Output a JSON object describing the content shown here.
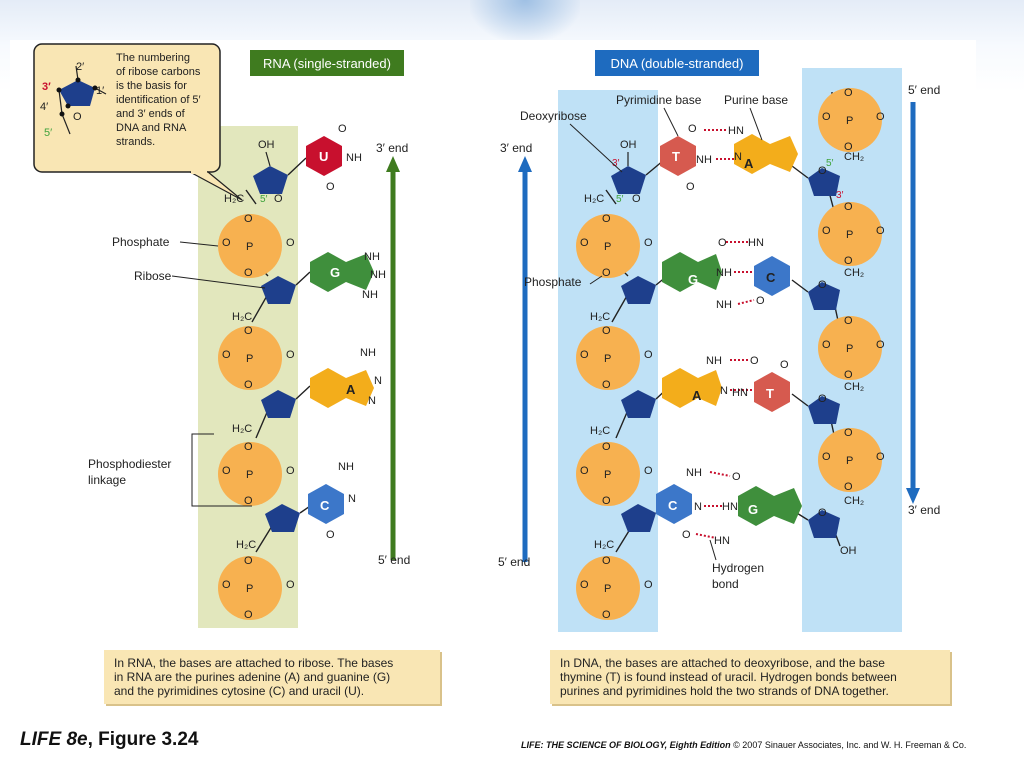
{
  "rna_panel": {
    "title": "RNA (single-stranded)",
    "labels": {
      "phosphate": "Phosphate",
      "ribose": "Ribose",
      "phosphodiester_1": "Phosphodiester",
      "phosphodiester_2": "linkage"
    },
    "end_top": "3′ end",
    "end_bottom": "5′ end",
    "bases": [
      "U",
      "G",
      "A",
      "C"
    ],
    "caption_lines": [
      "In RNA, the bases are attached to ribose. The bases",
      "in RNA are the purines adenine (A) and guanine (G)",
      "and the pyrimidines cytosine (C) and uracil (U)."
    ]
  },
  "inset": {
    "lines": [
      "The numbering",
      "of ribose carbons",
      "is the basis for",
      "identification of 5′",
      "and 3′ ends of",
      "DNA and RNA",
      "strands."
    ],
    "carbon_labels": [
      "2′",
      "1′",
      "3′",
      "4′",
      "5′",
      "O"
    ]
  },
  "dna_panel": {
    "title": "DNA (double-stranded)",
    "labels": {
      "deoxyribose": "Deoxyribose",
      "pyrimidine_base": "Pyrimidine base",
      "purine_base": "Purine base",
      "phosphate": "Phosphate",
      "hydrogen_1": "Hydrogen",
      "hydrogen_2": "bond"
    },
    "left_end_top": "3′ end",
    "left_end_bottom": "5′ end",
    "right_end_top": "5′ end",
    "right_end_bottom": "3′ end",
    "left_bases": [
      "T",
      "G",
      "A",
      "C"
    ],
    "right_bases": [
      "A",
      "C",
      "T",
      "G"
    ],
    "caption_lines": [
      "In DNA, the bases are attached to deoxyribose, and the base",
      "thymine (T) is found instead of uracil. Hydrogen bonds between",
      "purines and pyrimidines hold the two strands of DNA together."
    ]
  },
  "chem": {
    "oh": "OH",
    "h2c": "H₂C",
    "ch2": "CH₂",
    "p": "P",
    "o": "O",
    "nh": "NH",
    "hn": "HN",
    "nh2": "NH",
    "n": "N",
    "five_prime": "5′",
    "three_prime": "3′"
  },
  "footer": {
    "left_book": "LIFE 8e",
    "left_fig": ", Figure 3.24",
    "right_book": "LIFE: THE SCIENCE OF BIOLOGY, Eighth Edition",
    "right_rest": "  © 2007 Sinauer Associates, Inc. and W. H. Freeman & Co."
  },
  "colors": {
    "rna_band": "#e2e7bd",
    "dna_band": "#bfe1f6",
    "phosphate": "#f7b150",
    "sugar": "#1e3f8c",
    "uracil": "#c8102e",
    "guanine": "#3f8f3c",
    "adenine": "#f3ad1b",
    "cytosine": "#3c77c9",
    "thymine": "#d65a4f",
    "rna_arrow": "#3f7b1f",
    "dna_arrow": "#1e6bbf",
    "title_rna": "#3f7b1f",
    "title_dna": "#1e6bbf",
    "caption_bg": "#f9e6b4"
  }
}
